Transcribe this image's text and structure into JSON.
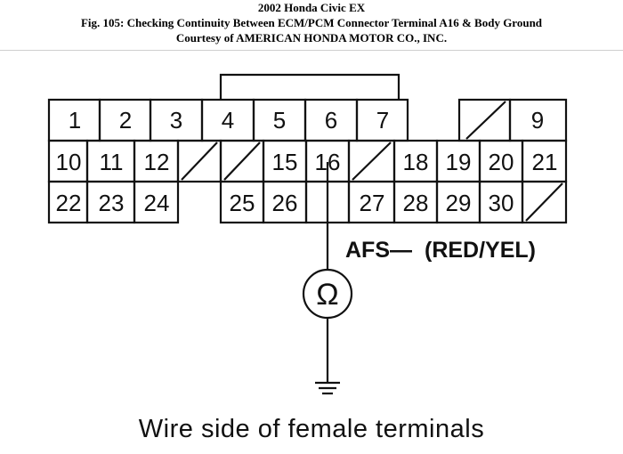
{
  "header": {
    "line1": "2002 Honda Civic EX",
    "line2": "Fig. 105: Checking Continuity Between ECM/PCM Connector Terminal A16 & Body Ground",
    "line3": "Courtesy of AMERICAN HONDA MOTOR CO., INC."
  },
  "connector": {
    "rows": [
      [
        "1",
        "2",
        "3",
        "4",
        "5",
        "6",
        "7",
        "",
        "",
        "9"
      ],
      [
        "10",
        "11",
        "12",
        "",
        "",
        "15",
        "16",
        "",
        "18",
        "19",
        "20",
        "21"
      ],
      [
        "22",
        "23",
        "24",
        "",
        "25",
        "26",
        "",
        "27",
        "28",
        "29",
        "30",
        ""
      ]
    ]
  },
  "wire": {
    "signal": "AFS—",
    "color": "(RED/YEL)"
  },
  "meter": {
    "symbol": "Ω"
  },
  "caption": "Wire side of female terminals"
}
